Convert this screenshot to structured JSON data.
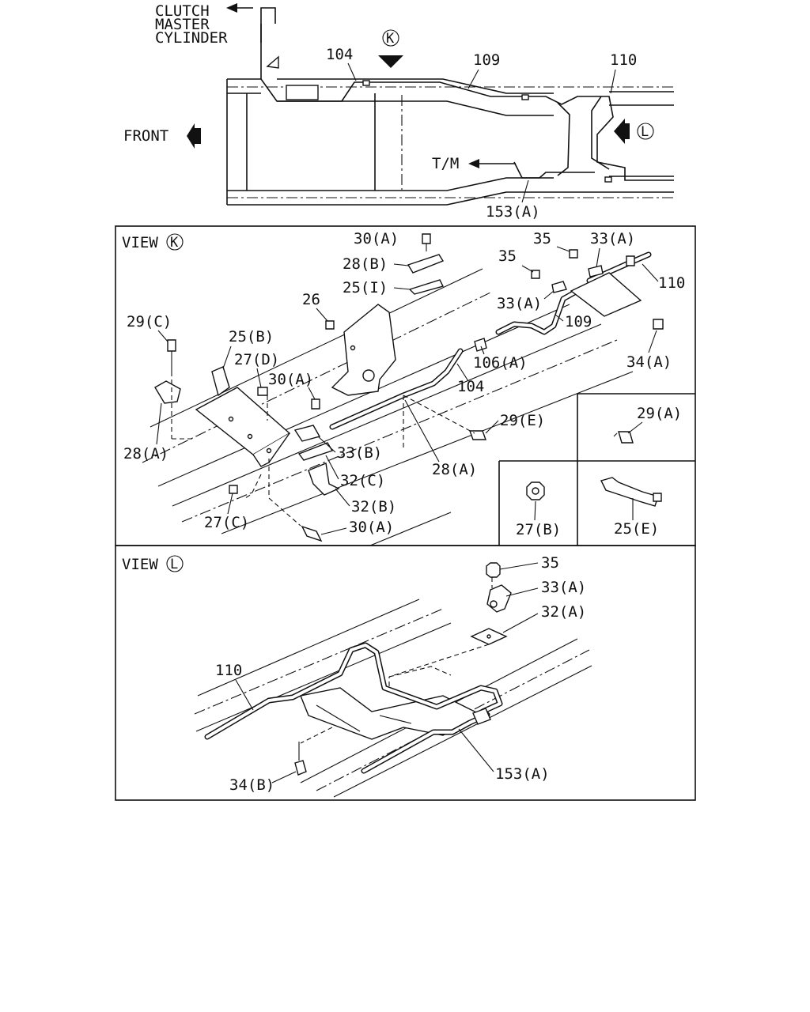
{
  "top": {
    "clutch_line1": "CLUTCH",
    "clutch_line2": "MASTER",
    "clutch_line3": "CYLINDER",
    "front": "FRONT",
    "tm": "T/M",
    "view_k_marker": "K",
    "view_l_marker": "L",
    "p104": "104",
    "p109": "109",
    "p110": "110",
    "p153a": "153(A)"
  },
  "view_k": {
    "title": "VIEW",
    "marker": "K",
    "labels": {
      "l30a_top": "30(A)",
      "l28b": "28(B)",
      "l25i": "25(I)",
      "l26": "26",
      "l29c": "29(C)",
      "l25b": "25(B)",
      "l27d": "27(D)",
      "l30a_mid": "30(A)",
      "l28a_left": "28(A)",
      "l33b": "33(B)",
      "l32c": "32(C)",
      "l32b": "32(B)",
      "l27c": "27(C)",
      "l30a_bot": "30(A)",
      "l28a_right": "28(A)",
      "l29e": "29(E)",
      "l104": "104",
      "l106a": "106(A)",
      "l109": "109",
      "l33a_1": "33(A)",
      "l35_1": "35",
      "l35_2": "35",
      "l33a_2": "33(A)",
      "l110": "110",
      "l34a": "34(A)"
    },
    "insets": {
      "l29a": "29(A)",
      "l27b": "27(B)",
      "l25e": "25(E)"
    }
  },
  "view_l": {
    "title": "VIEW",
    "marker": "L",
    "labels": {
      "l35": "35",
      "l33a": "33(A)",
      "l32a": "32(A)",
      "l110": "110",
      "l34b": "34(B)",
      "l153a": "153(A)"
    }
  }
}
